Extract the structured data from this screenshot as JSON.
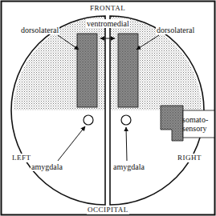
{
  "diagram": {
    "labels": [
      "FRONTAL",
      "dorsolateral",
      "ventromedial",
      "dorsolateral",
      "somato- sensory",
      "LEFT",
      "amygdala",
      "amygdala",
      "RIGHT",
      "OCCIPITAL"
    ]
  }
}
